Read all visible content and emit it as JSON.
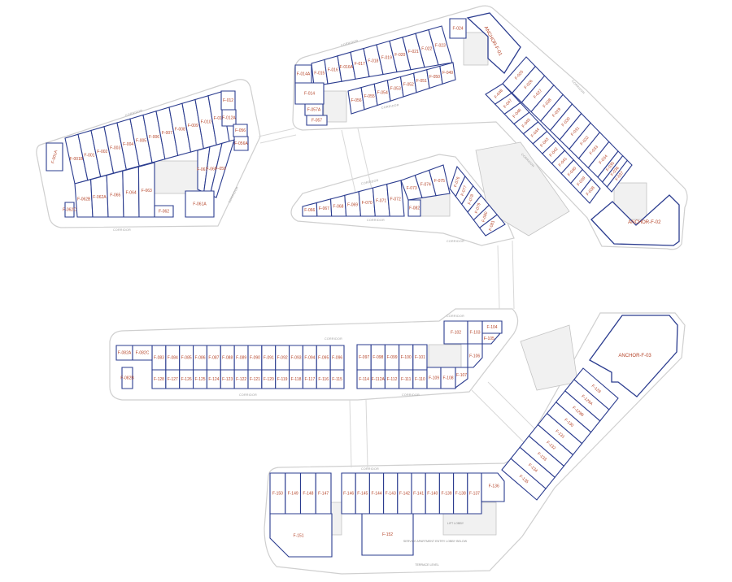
{
  "plan": {
    "corridor_label": "CORRIDOR",
    "lift_lobby": "LIFT LOBBY",
    "service_lobby_note": "SERVICE APARTMENT ENTRY LOBBY BELOW",
    "terrace_note": "TERRACE LEVEL",
    "line_color": "#2b3c8f",
    "label_color": "#b5452a"
  },
  "anchors": {
    "a1": "ANCHOR-F-01",
    "a2": "ANCHOR-F-02",
    "a3": "ANCHOR-F-03"
  },
  "units": {
    "west_top": [
      "F-001B",
      "F-001",
      "F-002",
      "F-003",
      "F-004",
      "F-005",
      "F-006",
      "F-007",
      "F-008",
      "F-009",
      "F-010",
      "F-011"
    ],
    "west_right": [
      "F-012",
      "F-012A",
      "F-056",
      "F-056A"
    ],
    "west_bottom": [
      "F-062B",
      "F-062A",
      "F-065",
      "F-064",
      "F-063"
    ],
    "west_bottom_right": [
      "F-061",
      "F-060",
      "F-059"
    ],
    "west_misc": [
      "F-001A",
      "F-062C",
      "F-062",
      "F-061A"
    ],
    "north_top": [
      "F-015",
      "F-016",
      "F-016A",
      "F-017",
      "F-018",
      "F-019",
      "F-020",
      "F-021",
      "F-022",
      "F-023"
    ],
    "north_bottom": [
      "F-056",
      "F-055",
      "F-054",
      "F-053",
      "F-052",
      "F-051",
      "F-050",
      "F-049"
    ],
    "north_misc": [
      "F-014A",
      "F-014",
      "F-057A",
      "F-057",
      "F-024"
    ],
    "east_outer": [
      "F-025",
      "F-026",
      "F-027",
      "F-028",
      "F-029",
      "F-030",
      "F-031",
      "F-032",
      "F-033",
      "F-034"
    ],
    "east_inner": [
      "F-048",
      "F-047",
      "F-046",
      "F-045",
      "F-044",
      "F-043",
      "F-042",
      "F-041",
      "F-040",
      "F-039",
      "F-038"
    ],
    "east_end": [
      "F-035",
      "F-036",
      "F-037"
    ],
    "mid_main": [
      "F-066",
      "F-067",
      "F-068",
      "F-069",
      "F-070",
      "F-071",
      "F-072"
    ],
    "mid_upper": [
      "F-073",
      "F-074",
      "F-075"
    ],
    "mid_diag": [
      "F-076",
      "F-077",
      "F-078",
      "F-079",
      "F-080",
      "F-081"
    ],
    "mid_misc": [
      "F-082"
    ],
    "band_top": [
      "F-083",
      "F-084",
      "F-085",
      "F-086",
      "F-087",
      "F-088",
      "F-089",
      "F-090",
      "F-091",
      "F-092",
      "F-093",
      "F-094",
      "F-095",
      "F-096"
    ],
    "band_bottom": [
      "F-128",
      "F-127",
      "F-126",
      "F-125",
      "F-124",
      "F-123",
      "F-122",
      "F-121",
      "F-120",
      "F-119",
      "F-118",
      "F-117",
      "F-116",
      "F-115"
    ],
    "band_misc": [
      "F-082A",
      "F-082C",
      "F-082B"
    ],
    "cluster_top": [
      "F-097",
      "F-098",
      "F-099",
      "F-100",
      "F-101"
    ],
    "cluster_bottom": [
      "F-114",
      "F-112A",
      "F-112",
      "F-111",
      "F-110"
    ],
    "cluster_misc": [
      "F-109",
      "F-108",
      "F-107",
      "F-102",
      "F-103",
      "F-104",
      "F-105",
      "F-106"
    ],
    "south_left": [
      "F-150",
      "F-149",
      "F-148",
      "F-147"
    ],
    "south_right": [
      "F-146",
      "F-145",
      "F-144",
      "F-143",
      "F-142",
      "F-141",
      "F-140",
      "F-139",
      "F-138",
      "F-137"
    ],
    "south_misc": [
      "F-136",
      "F-151",
      "F-152"
    ],
    "southeast": [
      "F-135",
      "F-134",
      "F-133",
      "F-132",
      "F-131",
      "F-130",
      "F-129B",
      "F-129A",
      "F-129"
    ]
  }
}
